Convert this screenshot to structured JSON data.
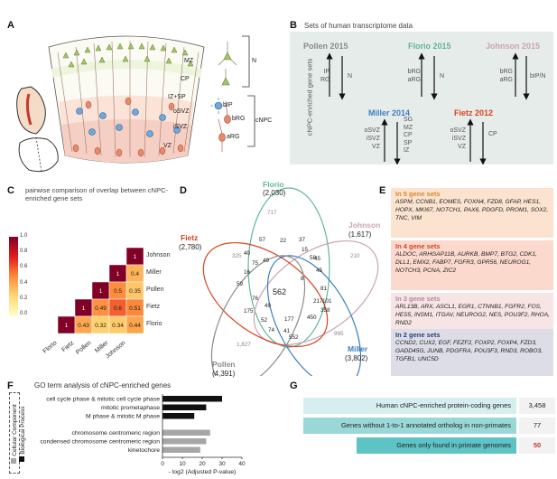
{
  "panels": {
    "a": "A",
    "b": "B",
    "c": "C",
    "d": "D",
    "e": "E",
    "f": "F",
    "g": "G"
  },
  "panel_a": {
    "layers": [
      "MZ",
      "CP",
      "IZ+SP",
      "oSVZ",
      "iSVZ",
      "VZ"
    ],
    "group_n": "N",
    "group_cnpc": "cNPC",
    "cells": [
      "bIP",
      "bRG",
      "aRG"
    ]
  },
  "panel_b": {
    "title": "Sets of human transcriptome data",
    "side_label": "cNPC-enriched gene sets",
    "datasets": [
      {
        "name": "Pollen 2015",
        "color": "#8a8a8a",
        "up": "IP\nRG",
        "down": "N"
      },
      {
        "name": "Florio 2015",
        "color": "#5fb59a",
        "up": "bRG\naRG",
        "down": "N"
      },
      {
        "name": "Johnson 2015",
        "color": "#c9a3b6",
        "up": "bRG\naRG",
        "down": "bIP/N"
      },
      {
        "name": "Miller 2014",
        "color": "#3d7fc1",
        "up": "oSVZ\niSVZ\nVZ",
        "down": "SG\nMZ\nCP\nSP\nIZ"
      },
      {
        "name": "Fietz 2012",
        "color": "#d9431e",
        "up": "oSVZ\niSVZ\nVZ",
        "down": "CP"
      }
    ]
  },
  "panel_c": {
    "title": "pairwise comparison of overlap between cNPC-enriched gene sets",
    "row_labels": [
      "Johnson",
      "Miller",
      "Pollen",
      "Fietz",
      "Florio"
    ],
    "col_labels": [
      "Florio",
      "Fietz",
      "Pollen",
      "Miller",
      "Johnson"
    ],
    "scale_ticks": [
      "1.0",
      "0.8",
      "0.6",
      "0.4",
      "0.2",
      "0.0"
    ],
    "matrix": [
      [
        "",
        "",
        "",
        "",
        "1"
      ],
      [
        "",
        "",
        "",
        "1",
        "0.4"
      ],
      [
        "",
        "",
        "1",
        "0.5",
        "0.35"
      ],
      [
        "",
        "1",
        "0.49",
        "0.6",
        "0.51"
      ],
      [
        "1",
        "0.43",
        "0.32",
        "0.34",
        "0.44"
      ]
    ]
  },
  "panel_d": {
    "sets": [
      {
        "name": "Florio",
        "count": "(2,030)",
        "color": "#5fb59a"
      },
      {
        "name": "Johnson",
        "count": "(1,617)",
        "color": "#c9a3b6"
      },
      {
        "name": "Fietz",
        "count": "(2,780)",
        "color": "#d9431e"
      },
      {
        "name": "Miller",
        "count": "(3,802)",
        "color": "#3d7fc1"
      },
      {
        "name": "Pollen",
        "count": "(4,391)",
        "color": "#8a8a8a"
      }
    ],
    "regions": [
      "717",
      "210",
      "325",
      "995",
      "1,827",
      "562",
      "57",
      "22",
      "37",
      "15",
      "58",
      "40",
      "75",
      "49",
      "16",
      "59",
      "76",
      "49",
      "8",
      "45",
      "81",
      "217",
      "101",
      "175",
      "52",
      "177",
      "450",
      "358",
      "74",
      "41",
      "552",
      "45"
    ]
  },
  "panel_e": {
    "groups": [
      {
        "title": "In 5 gene sets",
        "title_color": "#e0862b",
        "bg": "#fbe3cf",
        "text": "ASPM, CCNB1, EOMES, FOXN4, FZD8, GFAP, HES1, HOPX, MKI67, NOTCH1, PAX6, PDGFD, PROM1, SOX2, TNC, VIM"
      },
      {
        "title": "In 4 gene sets",
        "title_color": "#d9431e",
        "bg": "#fbd9cc",
        "text": "ALDOC, ARHGAP11B, AURKB, BMP7, BTG2, CDK1, DLL1, EMX2, FABP7, FGFR3, GPR56, NEUROG1, NOTCH3, PCNA, ZIC2"
      },
      {
        "title": "In 3 gene sets",
        "title_color": "#b08aa0",
        "bg": "#f7e4e4",
        "text": "ARL13B, ARX, ASCL1, EGR1, CTNNB1, FGFR2, FOS, HES5, INSM1, ITGAV, NEUROG2, NES, POU3F2, RHOA, RND2"
      },
      {
        "title": "In 2 gene sets",
        "title_color": "#2a3f7a",
        "bg": "#dcdde6",
        "text": "CCND2, CUX2, EGF, FEZF2, FOXP2, FOXP4, FZD3, GADD45G, JUNB, PDGFRA, POU3F3, RND3, ROBO3, TGFB1, UNC5D"
      }
    ]
  },
  "panel_f": {
    "title": "GO term analysis of cNPC-enriched genes",
    "legend": [
      "Cellular Component",
      "Biological Process"
    ],
    "terms": [
      {
        "label": "cell cycle phase & mitotic cell cycle phase",
        "value": 30,
        "category": "Biological Process"
      },
      {
        "label": "mitotic prometaphase",
        "value": 22,
        "category": "Biological Process"
      },
      {
        "label": "M phase & mitotic M phase",
        "value": 16,
        "category": "Biological Process"
      },
      {
        "label": "chromosome centromeric region",
        "value": 24,
        "category": "Cellular Component"
      },
      {
        "label": "condensed chromosome centromeric region",
        "value": 22,
        "category": "Cellular Component"
      },
      {
        "label": "kinetochore",
        "value": 19,
        "category": "Cellular Component"
      }
    ],
    "xticks": [
      "0",
      "10",
      "20",
      "30",
      "40"
    ],
    "xlim": [
      0,
      40
    ],
    "xlabel": "- log2 (Adjusted P-value)"
  },
  "panel_g": {
    "rows": [
      {
        "label": "Human cNPC-enriched protein-coding genes",
        "value": "3,458"
      },
      {
        "label": "Genes without 1-to-1 annotated ortholog in non-primates",
        "value": "77"
      },
      {
        "label": "Genes only found in primate genomes",
        "value": "50"
      }
    ]
  },
  "colors": {
    "heat_low": "#ffffb2",
    "heat_mid": "#fd8d3c",
    "heat_high": "#800026",
    "bp_bar": "#111111",
    "cc_bar": "#a6a6a6",
    "g_dark": "#5ec3c5",
    "g_mid": "#9ad8d8",
    "g_light": "#d6eeef",
    "g_value_highlight": "#c0392b"
  }
}
